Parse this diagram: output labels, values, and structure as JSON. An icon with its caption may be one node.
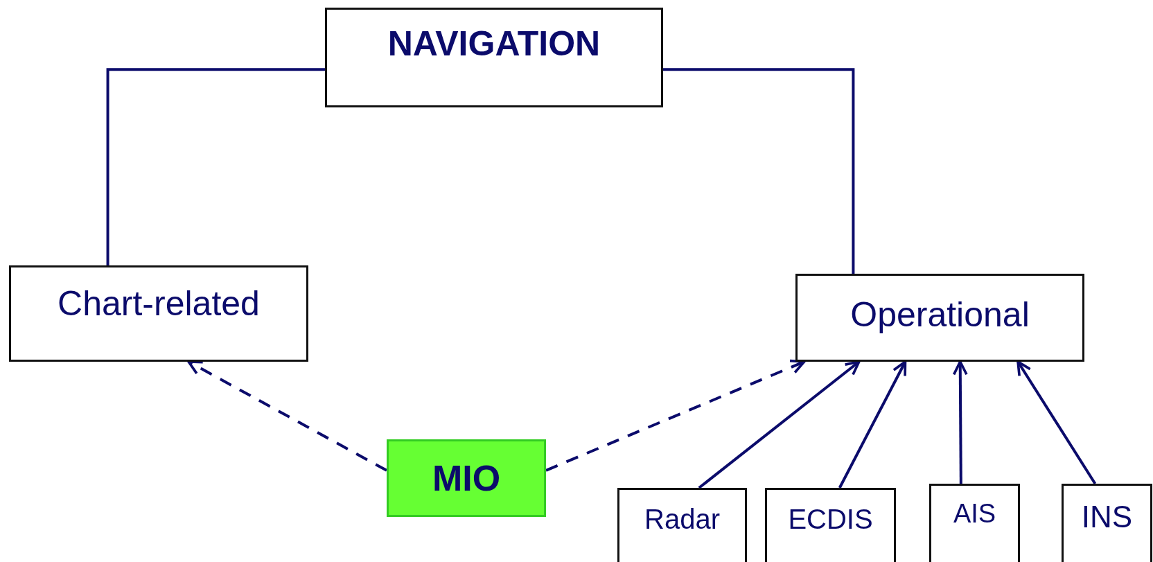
{
  "diagram": {
    "nodes": [
      {
        "text": [
          "NAVIGATION"
        ]
      },
      {
        "text": [
          "Chart-related"
        ]
      },
      {
        "text": [
          "Operational"
        ]
      },
      {
        "text": [
          "MIO"
        ]
      },
      {
        "text": [
          "Radar"
        ]
      },
      {
        "text": [
          "ECDIS"
        ]
      },
      {
        "text": [
          "AIS"
        ]
      },
      {
        "text": [
          "INS"
        ]
      }
    ],
    "edges": [
      {
        "from": 0,
        "to": 1,
        "arrow": "none"
      },
      {
        "from": 0,
        "to": 2,
        "arrow": "none"
      },
      {
        "from": 3,
        "to": 1,
        "arrow": "to",
        "style": "dashed"
      },
      {
        "from": 3,
        "to": 2,
        "arrow": "to",
        "style": "dashed"
      },
      {
        "from": 4,
        "to": 2,
        "arrow": "to"
      },
      {
        "from": 5,
        "to": 2,
        "arrow": "to"
      },
      {
        "from": 6,
        "to": 2,
        "arrow": "to"
      },
      {
        "from": 7,
        "to": 2,
        "arrow": "to"
      }
    ]
  }
}
